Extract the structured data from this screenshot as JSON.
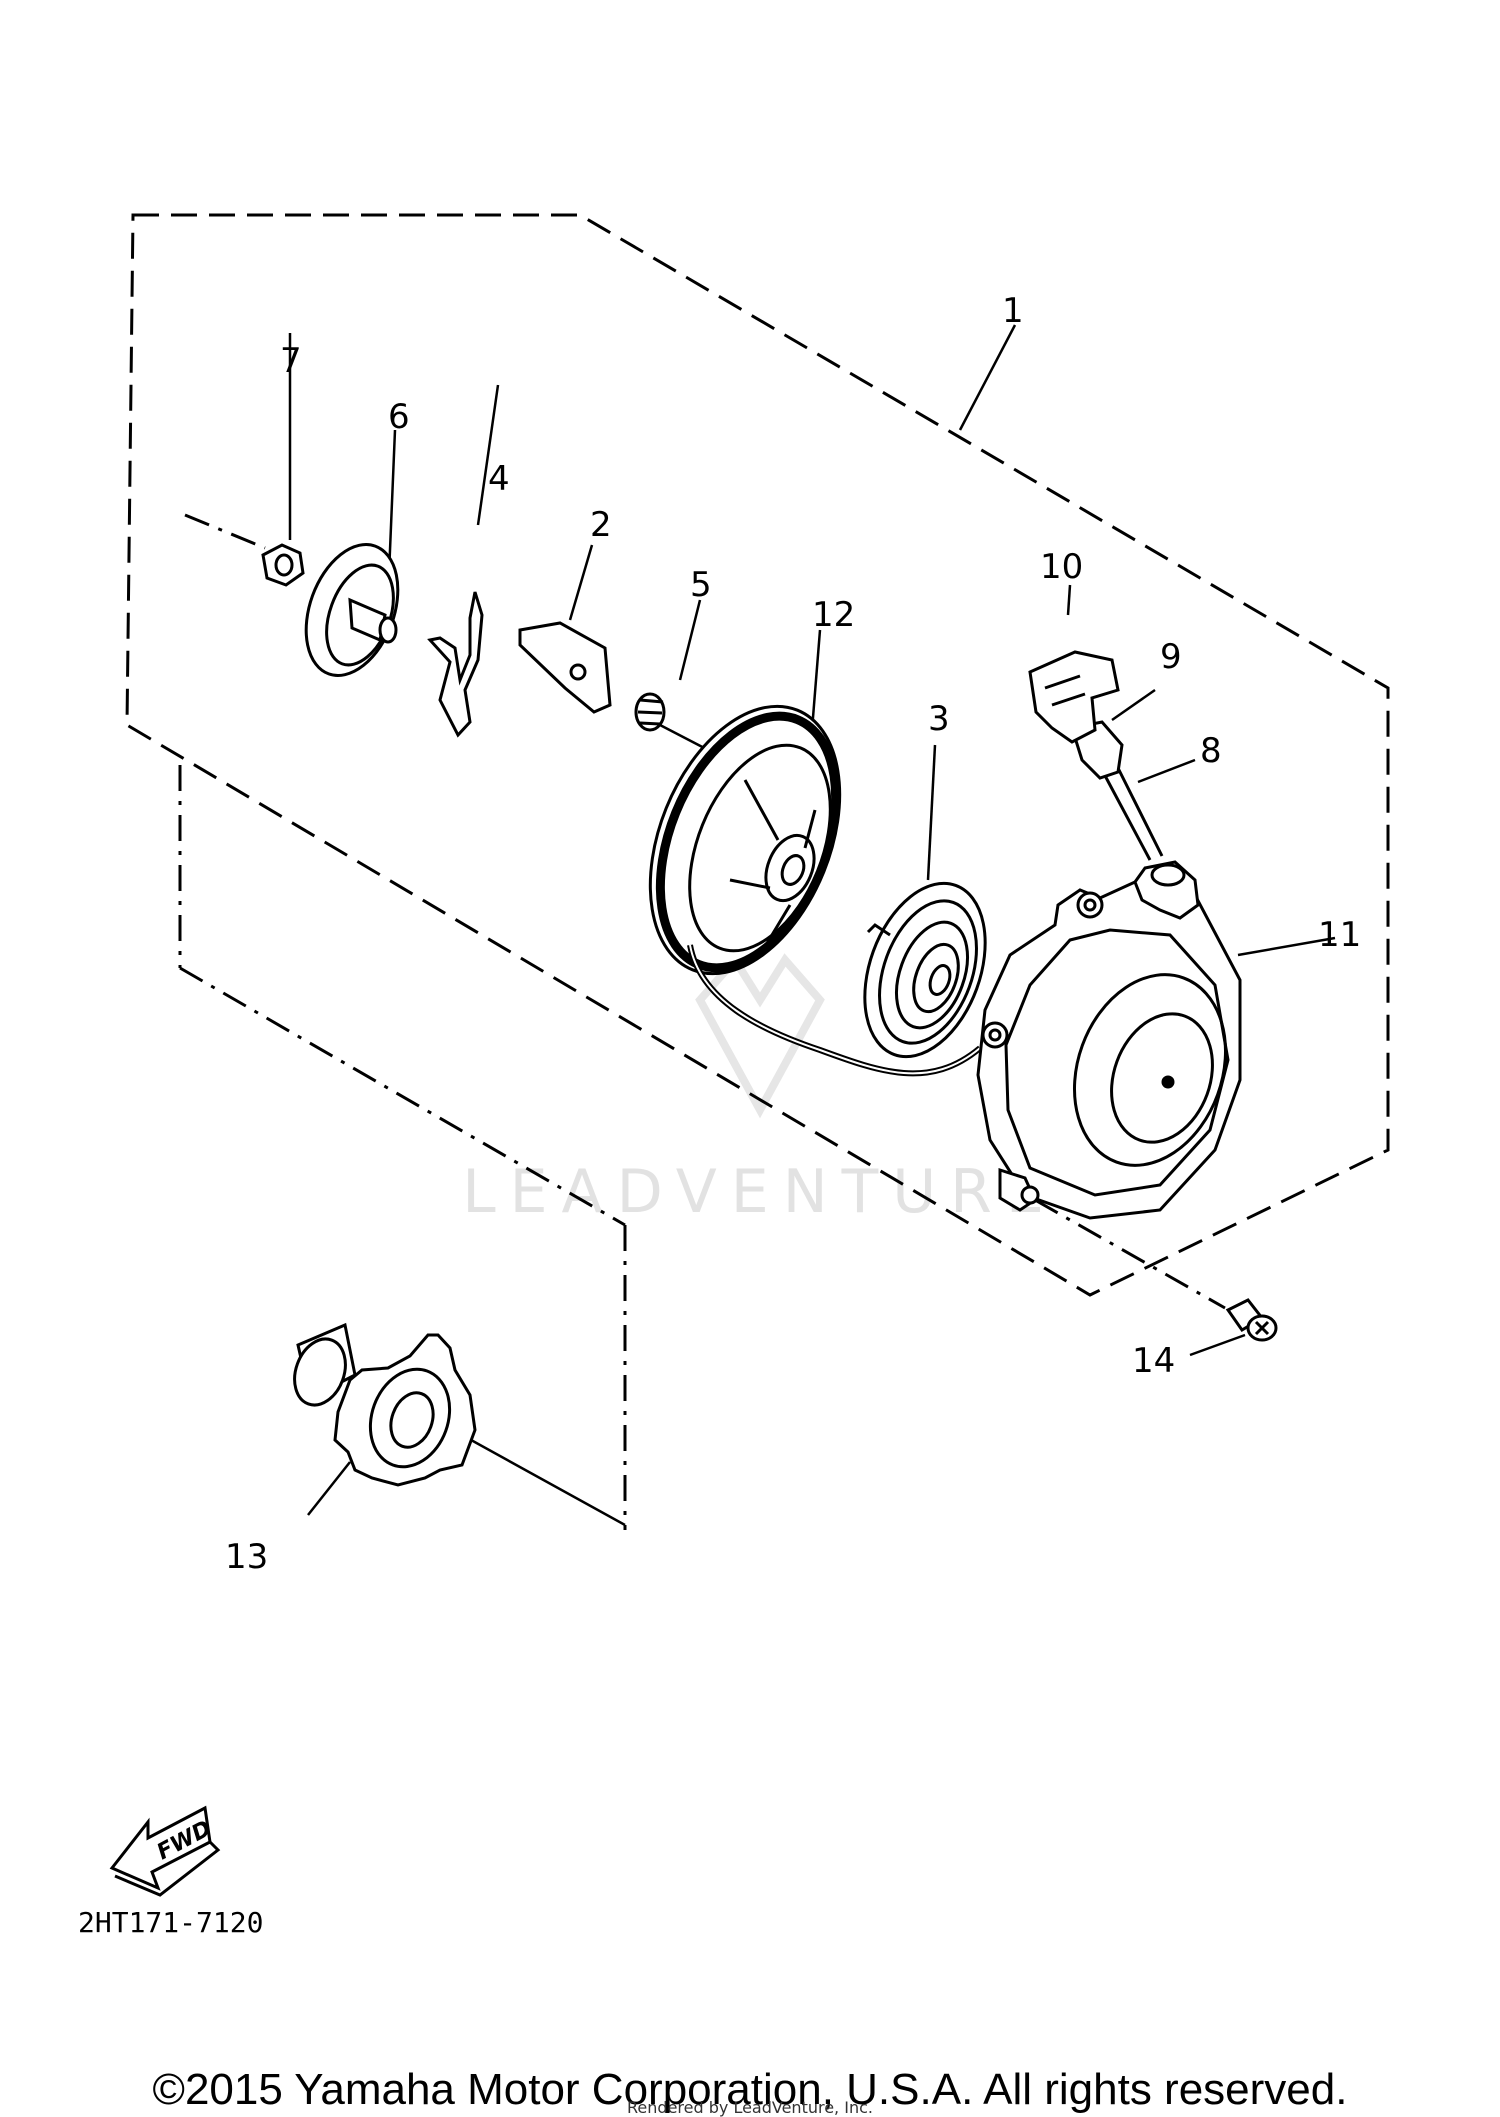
{
  "diagram": {
    "callouts": [
      {
        "id": "1",
        "label": "1"
      },
      {
        "id": "2",
        "label": "2"
      },
      {
        "id": "3",
        "label": "3"
      },
      {
        "id": "4",
        "label": "4"
      },
      {
        "id": "5",
        "label": "5"
      },
      {
        "id": "6",
        "label": "6"
      },
      {
        "id": "7",
        "label": "7"
      },
      {
        "id": "8",
        "label": "8"
      },
      {
        "id": "9",
        "label": "9"
      },
      {
        "id": "10",
        "label": "10"
      },
      {
        "id": "11",
        "label": "11"
      },
      {
        "id": "12",
        "label": "12"
      },
      {
        "id": "13",
        "label": "13"
      },
      {
        "id": "14",
        "label": "14"
      }
    ],
    "fwd_label": "FWD",
    "drawing_code": "2HT171-7120",
    "watermark": "LEADVENTURE"
  },
  "footer": {
    "copyright": "©2015 Yamaha Motor Corporation, U.S.A. All rights reserved.",
    "rendered_by": "Rendered by LeadVenture, Inc."
  },
  "colors": {
    "line": "#000000",
    "watermark": "#e2e2e2",
    "background": "#ffffff"
  }
}
